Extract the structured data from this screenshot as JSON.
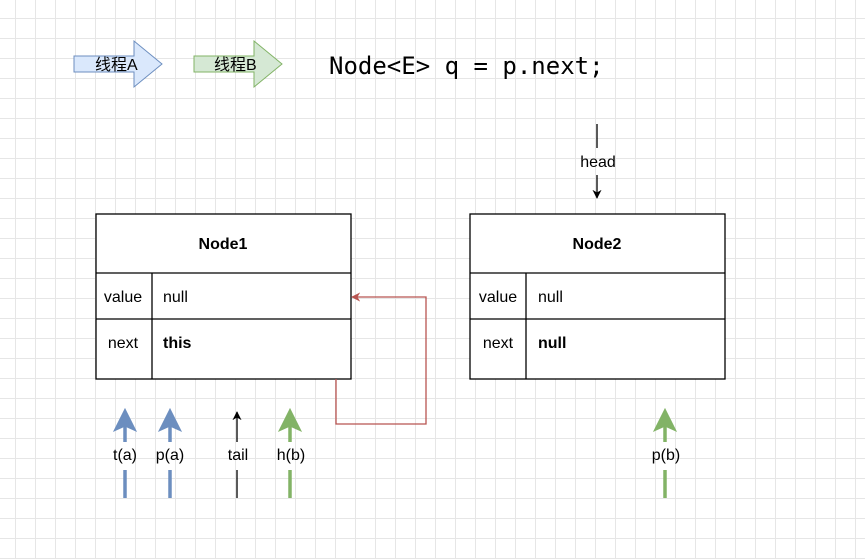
{
  "colors": {
    "thread_a": "#6c8ebf",
    "thread_a_fill": "#dae8fc",
    "thread_b": "#82b366",
    "thread_b_fill": "#d5e8d4",
    "self_ref": "#b85450"
  },
  "legend": {
    "thread_a_label": "线程A",
    "thread_b_label": "线程B"
  },
  "code": "Node<E> q = p.next;",
  "head_label": "head",
  "nodes": [
    {
      "title": "Node1",
      "value_label": "value",
      "value": "null",
      "next_label": "next",
      "next": "this"
    },
    {
      "title": "Node2",
      "value_label": "value",
      "value": "null",
      "next_label": "next",
      "next": "null"
    }
  ],
  "pointers": {
    "t_a": "t(a)",
    "p_a": "p(a)",
    "tail": "tail",
    "h_b": "h(b)",
    "p_b": "p(b)"
  }
}
